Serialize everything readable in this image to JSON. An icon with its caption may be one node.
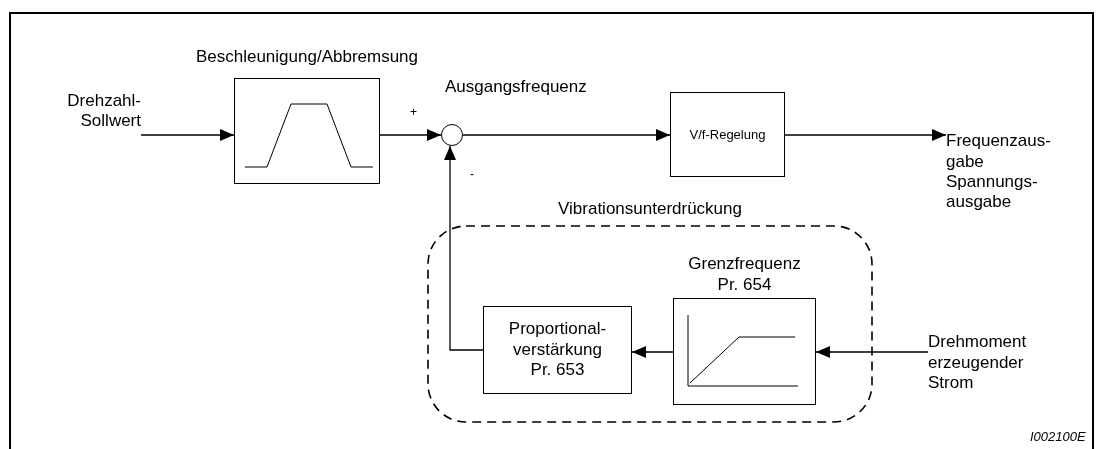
{
  "diagram": {
    "nodes": [
      {
        "text": [
          "Drehzahl- Sollwert"
        ]
      },
      {
        "text": [
          "Beschleunigung/Abbremsung"
        ]
      },
      {
        "text": [],
        "shape": "circle"
      },
      {
        "text": [
          "V/f-Regelung"
        ]
      },
      {
        "text": [
          "Frequenzaus- gabe",
          "Spannungs- ausgabe"
        ]
      },
      {
        "text": [
          "Vibrationsunterdrückung"
        ]
      },
      {
        "text": [
          "Proportional- verstärkung Pr. 653"
        ],
        "in": 5
      },
      {
        "text": [
          "Grenzfrequenz Pr. 654"
        ],
        "in": 5
      },
      {
        "text": [
          "Drehmoment erzeugender Strom"
        ]
      }
    ],
    "edges": [
      {
        "from": 0,
        "to": 1,
        "arrow": "to"
      },
      {
        "from": 1,
        "to": 2,
        "arrow": "to"
      },
      {
        "from": 2,
        "to": 3,
        "arrow": "to"
      },
      {
        "from": 3,
        "to": 4,
        "arrow": "to"
      },
      {
        "from": 8,
        "to": 7,
        "arrow": "to"
      },
      {
        "from": 7,
        "to": 6,
        "arrow": "to"
      },
      {
        "from": 6,
        "to": 2,
        "arrow": "to"
      }
    ],
    "labels": [
      "Ausgangsfrequenz",
      "+",
      "-",
      "I002100E"
    ]
  }
}
